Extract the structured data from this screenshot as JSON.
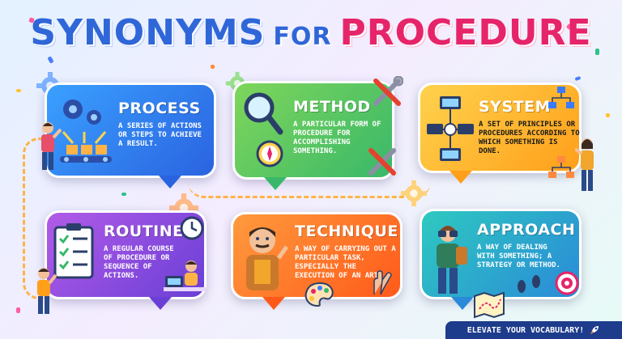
{
  "title": {
    "part1": "SYNONYMS",
    "part2": "FOR",
    "part3": "PROCEDURE"
  },
  "cards": [
    {
      "title": "PROCESS",
      "description": "A SERIES OF ACTIONS OR STEPS TO ACHIEVE A RESULT."
    },
    {
      "title": "METHOD",
      "description": "A PARTICULAR FORM OF PROCEDURE FOR ACCOMPLISHING SOMETHING."
    },
    {
      "title": "SYSTEM",
      "description": "A SET OF PRINCIPLES OR PROCEDURES ACCORDING TO WHICH SOMETHING IS DONE."
    },
    {
      "title": "ROUTINE",
      "description": "A REGULAR COURSE OF PROCEDURE OR SEQUENCE OF ACTIONS."
    },
    {
      "title": "TECHNIQUE",
      "description": "A WAY OF CARRYING OUT A PARTICULAR TASK, ESPECIALLY THE EXECUTION OF AN ART."
    },
    {
      "title": "APPROACH",
      "description": "A WAY OF DEALING WITH SOMETHING; A STRATEGY OR METHOD."
    }
  ],
  "footer": {
    "label": "ELEVATE YOUR VOCABULARY!",
    "icon": "rocket-icon"
  },
  "colors": {
    "title_blue": "#2f66d8",
    "title_pink": "#e6246a",
    "process": "#2e7df0",
    "method": "#5cc25a",
    "system": "#ffb020",
    "routine": "#9b4be0",
    "technique": "#ff7a1a",
    "approach": "#1fb6b0"
  }
}
